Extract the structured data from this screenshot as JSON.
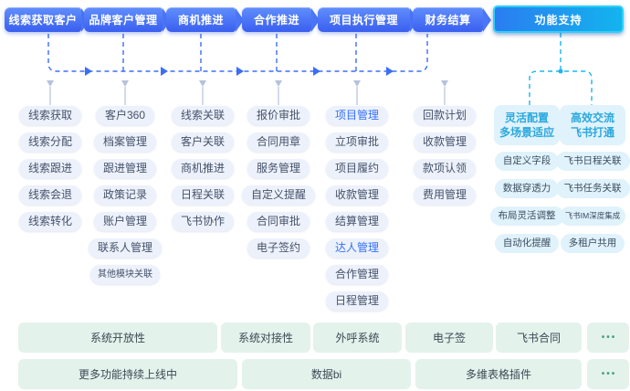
{
  "header": {
    "steps": [
      {
        "label": "线索获取客户"
      },
      {
        "label": "品牌客户管理"
      },
      {
        "label": "商机推进"
      },
      {
        "label": "合作推进"
      },
      {
        "label": "项目执行管理"
      },
      {
        "label": "财务结算"
      }
    ],
    "support_label": "功能支持"
  },
  "columns": [
    {
      "items": [
        "线索获取",
        "线索分配",
        "线索跟进",
        "线索会退",
        "线索转化"
      ],
      "highlights": []
    },
    {
      "items": [
        "客户360",
        "档案管理",
        "跟进管理",
        "政策记录",
        "账户管理",
        "联系人管理",
        "其他模块关联"
      ],
      "highlights": []
    },
    {
      "items": [
        "线索关联",
        "客户关联",
        "商机推进",
        "日程关联",
        "飞书协作"
      ],
      "highlights": []
    },
    {
      "items": [
        "报价审批",
        "合同用章",
        "服务管理",
        "自定义提醒",
        "合同审批",
        "电子签约"
      ],
      "highlights": []
    },
    {
      "items": [
        "项目管理",
        "立项审批",
        "项目履约",
        "收款管理",
        "结算管理",
        "达人管理",
        "合作管理",
        "日程管理"
      ],
      "highlights": [
        0,
        5
      ]
    },
    {
      "items": [
        "回款计划",
        "收款管理",
        "款项认领",
        "费用管理"
      ],
      "highlights": []
    }
  ],
  "support_panel": {
    "groups": [
      {
        "title_lines": [
          "灵活配置",
          "多场景适应"
        ],
        "items": [
          "自定义字段",
          "数据穿透力",
          "布局灵活调整",
          "自动化提醒"
        ]
      },
      {
        "title_lines": [
          "高效交流",
          "飞书打通"
        ],
        "items": [
          "飞书日程关联",
          "飞书任务关联",
          "飞书IM深度集成",
          "多租户共用"
        ]
      }
    ]
  },
  "bottom": {
    "rows": [
      [
        "系统开放性",
        "系统对接性",
        "外呼系统",
        "电子签",
        "飞书合同",
        "•••"
      ],
      [
        "更多功能持续上线中",
        "数据bi",
        "多维表格插件",
        "•••"
      ]
    ]
  },
  "colors": {
    "flow_line": "#3c6ef5",
    "support_line": "#1ab5ee",
    "step_gradient_top": "#608efd",
    "step_gradient_bottom": "#3a5ff0",
    "support_btn_border": "#2ad2f6",
    "pill_bg": "#edf1fb",
    "pill_text": "#44526a",
    "pill_highlight_text": "#3370ff",
    "support_item_bg": "#e0f2fb",
    "support_title_text": "#2aa8de",
    "bottom_box_bg": "#e4f2ec",
    "bottom_text": "#3a4a53",
    "ellipsis_dots": "#4ba083",
    "drop_arrow": "#b6c2dc"
  }
}
